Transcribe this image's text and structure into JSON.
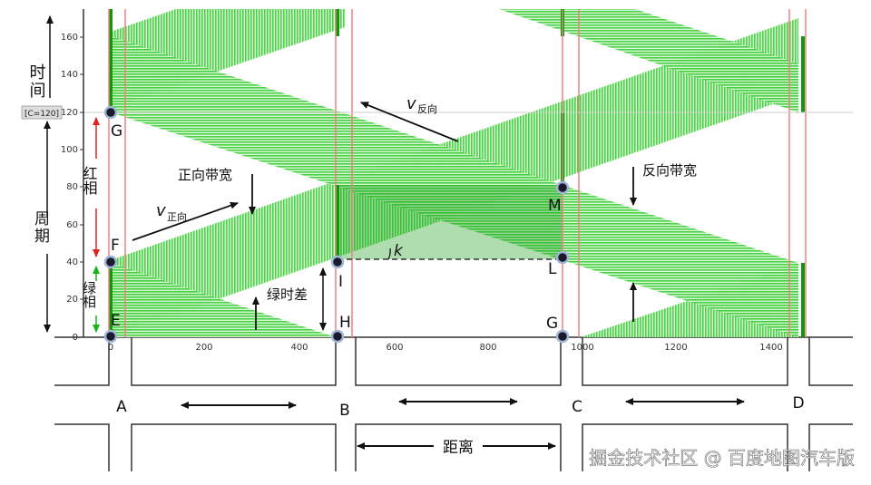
{
  "axes": {
    "x_ticks": [
      "0",
      "200",
      "400",
      "600",
      "800",
      "1000",
      "1200",
      "1400"
    ],
    "y_ticks": [
      "0",
      "20",
      "40",
      "60",
      "80",
      "100",
      "120",
      "140",
      "160"
    ],
    "cycle_marker": "[C=120]",
    "time_label": "时间",
    "period_label": "周期",
    "distance_label": "距离"
  },
  "labels": {
    "red_phase": "红相",
    "green_phase": "绿相",
    "forward_bandwidth": "正向带宽",
    "reverse_bandwidth": "反向带宽",
    "green_offset": "绿时差",
    "v_forward_main": "v",
    "v_forward_sub": "正向",
    "v_reverse_main": "v",
    "v_reverse_sub": "反向",
    "k": "k"
  },
  "points": {
    "G_top": "G",
    "F": "F",
    "E": "E",
    "I": "I",
    "H": "H",
    "M": "M",
    "L": "L",
    "G_bottom": "G"
  },
  "intersections": [
    "A",
    "B",
    "C",
    "D"
  ],
  "watermark": "掘金技术社区 @ 百度地图汽车版",
  "colors": {
    "band_fill": "#33cc33",
    "band_line": "#1faa1f",
    "signal_green": "#0a9a0a",
    "signal_red": "#e22222",
    "red_boundary": "#f08080",
    "point_fill": "#1a1a2a",
    "point_ring": "#9fb4d6"
  }
}
